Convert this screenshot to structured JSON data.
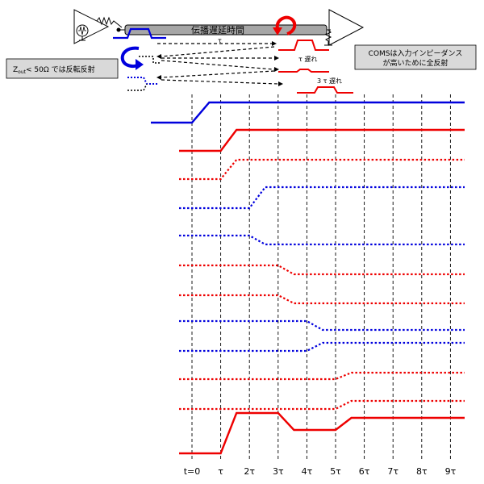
{
  "header": {
    "title": "伝播遅延時間",
    "tau_label": "τ",
    "delay_1": "τ 遅れ",
    "delay_3": "3 τ 遅れ",
    "source_note_main": "Z",
    "source_note_sub": "out",
    "source_note_rest": "< 50Ω では反転反射",
    "load_note_line1": "COMSは入力インピーダンス",
    "load_note_line2": "が高いために全反射"
  },
  "axis": {
    "ticks": [
      "t=0",
      "τ",
      "2τ",
      "3τ",
      "4τ",
      "5τ",
      "6τ",
      "7τ",
      "8τ",
      "9τ"
    ]
  },
  "colors": {
    "blue": "#0000dd",
    "red": "#ee0000",
    "grid": "#000000",
    "note_bg": "#d9d9d9",
    "cable": "#a6a6a6"
  }
}
